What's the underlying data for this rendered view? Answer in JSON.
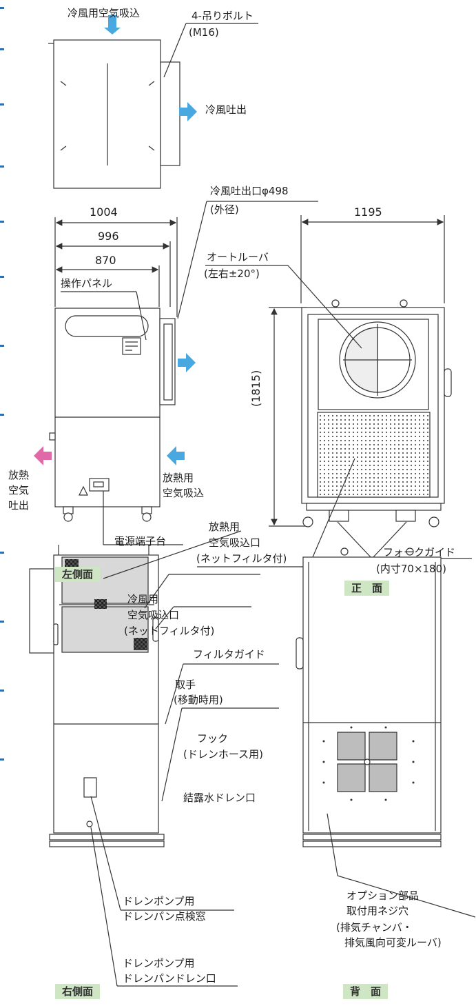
{
  "top_view": {
    "cold_air_intake": "冷風用空気吸込",
    "hanging_bolts": "4-吊りボルト",
    "hanging_bolts_size": "(M16)",
    "cold_air_outlet": "冷風吐出"
  },
  "left_side": {
    "width_1004": "1004",
    "width_996": "996",
    "width_870": "870",
    "outlet_diameter": "冷風吐出口φ498",
    "outlet_diameter_note": "(外径)",
    "control_panel": "操作パネル",
    "heat_exhaust_1": "放熱",
    "heat_exhaust_2": "空気",
    "heat_exhaust_3": "吐出",
    "heat_intake_1": "放熱用",
    "heat_intake_2": "空気吸込",
    "power_terminal": "電源端子台",
    "view_tag": "左側面"
  },
  "front": {
    "width_1195": "1195",
    "height_1815": "(1815)",
    "auto_louver": "オートルーバ",
    "auto_louver_angle": "(左右±20°)",
    "heat_intake_port_1": "放熱用",
    "heat_intake_port_2": "空気吸込口",
    "heat_intake_port_3": "(ネットフィルタ付)",
    "fork_guide": "フォークガイド",
    "fork_guide_size": "(内寸70×180)",
    "view_tag": "正　面"
  },
  "right_side": {
    "cold_intake_port_1": "冷風用",
    "cold_intake_port_2": "空気吸込口",
    "cold_intake_port_3": "(ネットフィルタ付)",
    "filter_guide": "フィルタガイド",
    "handle": "取手",
    "handle_note": "(移動時用)",
    "hook": "フック",
    "hook_note": "(ドレンホース用)",
    "condensate_drain": "結露水ドレン口",
    "pump_window_1": "ドレンポンプ用",
    "pump_window_2": "ドレンパン点検窓",
    "pump_drain_1": "ドレンポンプ用",
    "pump_drain_2": "ドレンパンドレン口",
    "view_tag": "右側面"
  },
  "back": {
    "option_1": "オプション部品",
    "option_2": "取付用ネジ穴",
    "option_3": "(排気チャンバ・",
    "option_4": "排気風向可変ルーバ)",
    "view_tag": "背　面"
  },
  "colors": {
    "cold_arrow": "#4aa8e0",
    "hot_arrow": "#e06aa8",
    "tag_bg": "#cfe6c4",
    "filter": "#d8d8d8",
    "line": "#333333"
  }
}
